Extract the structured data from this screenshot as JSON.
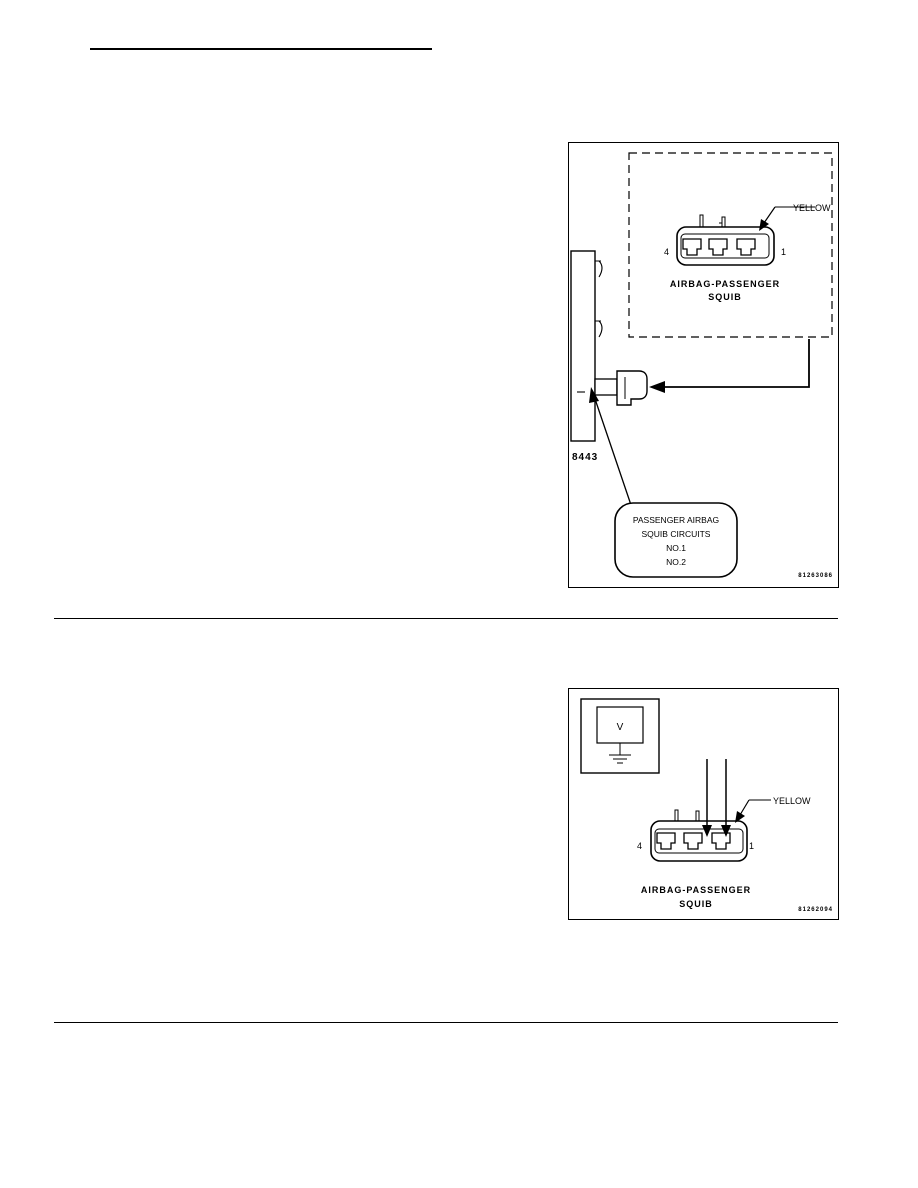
{
  "figure1": {
    "wire_color_label": "YELLOW",
    "pin_left": "4",
    "pin_right": "1",
    "connector_title_line1": "AIRBAG-PASSENGER",
    "connector_title_line2": "SQUIB",
    "module_label": "8443",
    "callout_lines": [
      "PASSENGER AIRBAG",
      "SQUIB CIRCUITS",
      "NO.1",
      "NO.2"
    ],
    "figure_id": "81263086"
  },
  "figure2": {
    "meter_symbol": "V",
    "wire_color_label": "YELLOW",
    "pin_left": "4",
    "pin_right": "1",
    "connector_title_line1": "AIRBAG-PASSENGER",
    "connector_title_line2": "SQUIB",
    "figure_id": "81262094"
  }
}
